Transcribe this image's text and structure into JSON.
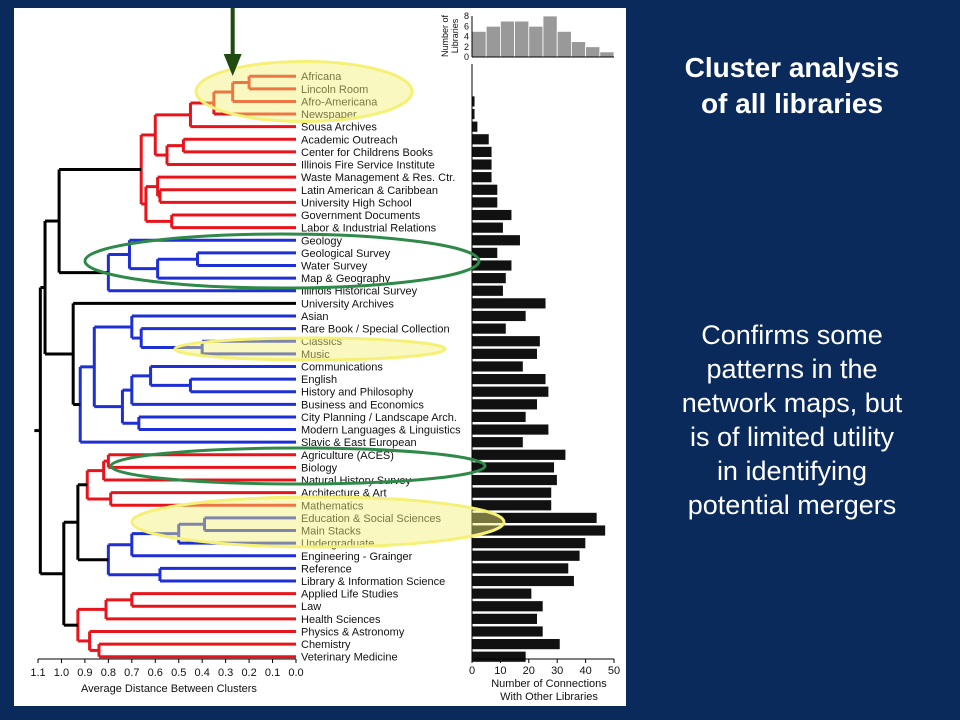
{
  "slide": {
    "title_line1": "Cluster analysis",
    "title_line2": "of all libraries",
    "body_lines": [
      "Confirms some",
      "patterns in the",
      "network maps, but",
      "is of limited utility",
      "in identifying",
      "potential mergers"
    ]
  },
  "colors": {
    "background": "#0a2a5c",
    "red": "#e8141c",
    "blue": "#1f2fd6",
    "black": "#000000",
    "highlight_yellow": "#f5f076",
    "highlight_green": "#2f8a4a",
    "arrow": "#1f4a12",
    "bar": "#111111",
    "hist": "#999999"
  },
  "chart_data": [
    {
      "type": "dendrogram",
      "xlabel": "Average Distance Between Clusters",
      "xlim": [
        1.1,
        0.0
      ],
      "xticks": [
        "1.1",
        "1.0",
        "0.9",
        "0.8",
        "0.7",
        "0.6",
        "0.5",
        "0.4",
        "0.3",
        "0.2",
        "0.1",
        "0.0"
      ],
      "leaves": [
        "Africana",
        "Lincoln Room",
        "Afro-Americana",
        "Newspaper",
        "Sousa Archives",
        "Academic Outreach",
        "Center for Childrens Books",
        "Illinois Fire Service Institute",
        "Waste Management & Res. Ctr.",
        "Latin American & Caribbean",
        "University High School",
        "Government Documents",
        "Labor & Industrial Relations",
        "Geology",
        "Geological Survey",
        "Water Survey",
        "Map & Geography",
        "Illinois Historical Survey",
        "University Archives",
        "Asian",
        "Rare Book / Special Collection",
        "Classics",
        "Music",
        "Communications",
        "English",
        "History and Philosophy",
        "Business and Economics",
        "City Planning / Landscape Arch.",
        "Modern Languages & Linguistics",
        "Slavic & East European",
        "Agriculture (ACES)",
        "Biology",
        "Natural History Survey",
        "Architecture & Art",
        "Mathematics",
        "Education & Social Sciences",
        "Main Stacks",
        "Undergraduate",
        "Engineering - Grainger",
        "Reference",
        "Library & Information Science",
        "Applied Life Studies",
        "Law",
        "Health Sciences",
        "Physics & Astronomy",
        "Chemistry",
        "Veterinary Medicine"
      ],
      "highlights": [
        {
          "style": "yellow",
          "from": "Africana",
          "to": "Newspaper"
        },
        {
          "style": "green",
          "from": "Geology",
          "to": "Map & Geography"
        },
        {
          "style": "yellow",
          "from": "Classics",
          "to": "Music"
        },
        {
          "style": "green",
          "from": "Agriculture (ACES)",
          "to": "Natural History Survey"
        },
        {
          "style": "yellow",
          "from": "Education & Social Sciences",
          "to": "Undergraduate"
        }
      ],
      "pointer_arrow_at": 0.27
    },
    {
      "type": "bar",
      "orientation": "horizontal",
      "xlabel_line1": "Number of Connections",
      "xlabel_line2": "With Other Libraries",
      "xlim": [
        0,
        50
      ],
      "xticks": [
        "0",
        "10",
        "20",
        "30",
        "40",
        "50"
      ],
      "categories_ref": "same order as dendrogram leaves",
      "values": [
        0,
        0,
        1,
        1,
        2,
        6,
        7,
        7,
        7,
        9,
        9,
        14,
        11,
        17,
        9,
        14,
        12,
        11,
        26,
        19,
        12,
        24,
        23,
        18,
        26,
        27,
        23,
        19,
        27,
        18,
        33,
        29,
        30,
        28,
        28,
        44,
        47,
        40,
        38,
        34,
        36,
        21,
        25,
        23,
        25,
        31,
        19
      ]
    },
    {
      "type": "histogram",
      "ylabel_line1": "Number of",
      "ylabel_line2": "Libraries",
      "yticks": [
        "0",
        "2",
        "4",
        "6",
        "8"
      ],
      "ylim": [
        0,
        8
      ],
      "bin_width": 5,
      "counts": [
        5,
        6,
        7,
        7,
        6,
        8,
        5,
        3,
        2,
        1
      ]
    }
  ]
}
